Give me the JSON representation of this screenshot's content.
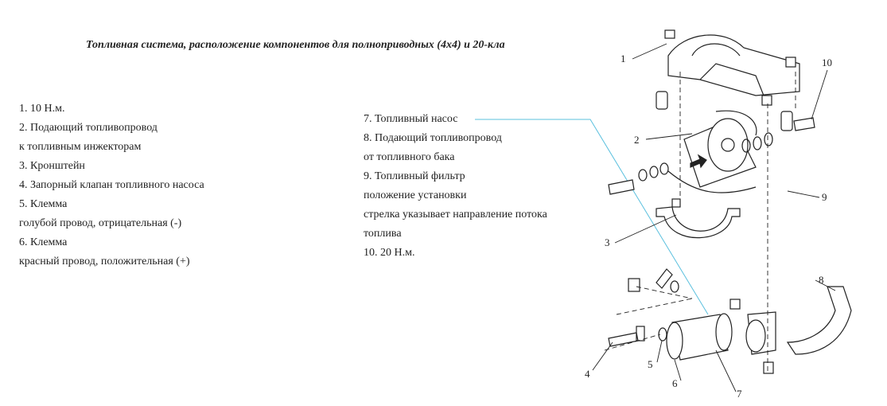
{
  "title": "Топливная система, расположение компонентов для полноприводных (4x4) и 20-кла",
  "legend_left": [
    "1. 10 Н.м.",
    "2. Подающий топливопровод",
    "к топливным инжекторам",
    "3. Кронштейн",
    "4. Запорный клапан топливного насоса",
    "5. Клемма",
    "голубой провод, отрицательная (-)",
    "6. Клемма",
    "красный провод, положительная (+)"
  ],
  "legend_right": [
    "7. Топливный насос",
    "8. Подающий топливопровод",
    "от топливного бака",
    "9. Топливный фильтр",
    "положение установки",
    "стрелка указывает направление потока",
    "топлива",
    "10. 20 Н.м."
  ],
  "callouts": {
    "c1": "1",
    "c2": "2",
    "c3": "3",
    "c4": "4",
    "c5": "5",
    "c6": "6",
    "c7": "7",
    "c8": "8",
    "c9": "9",
    "c10": "10"
  },
  "colors": {
    "leader_line": "#5bc0de",
    "ink": "#222222"
  }
}
